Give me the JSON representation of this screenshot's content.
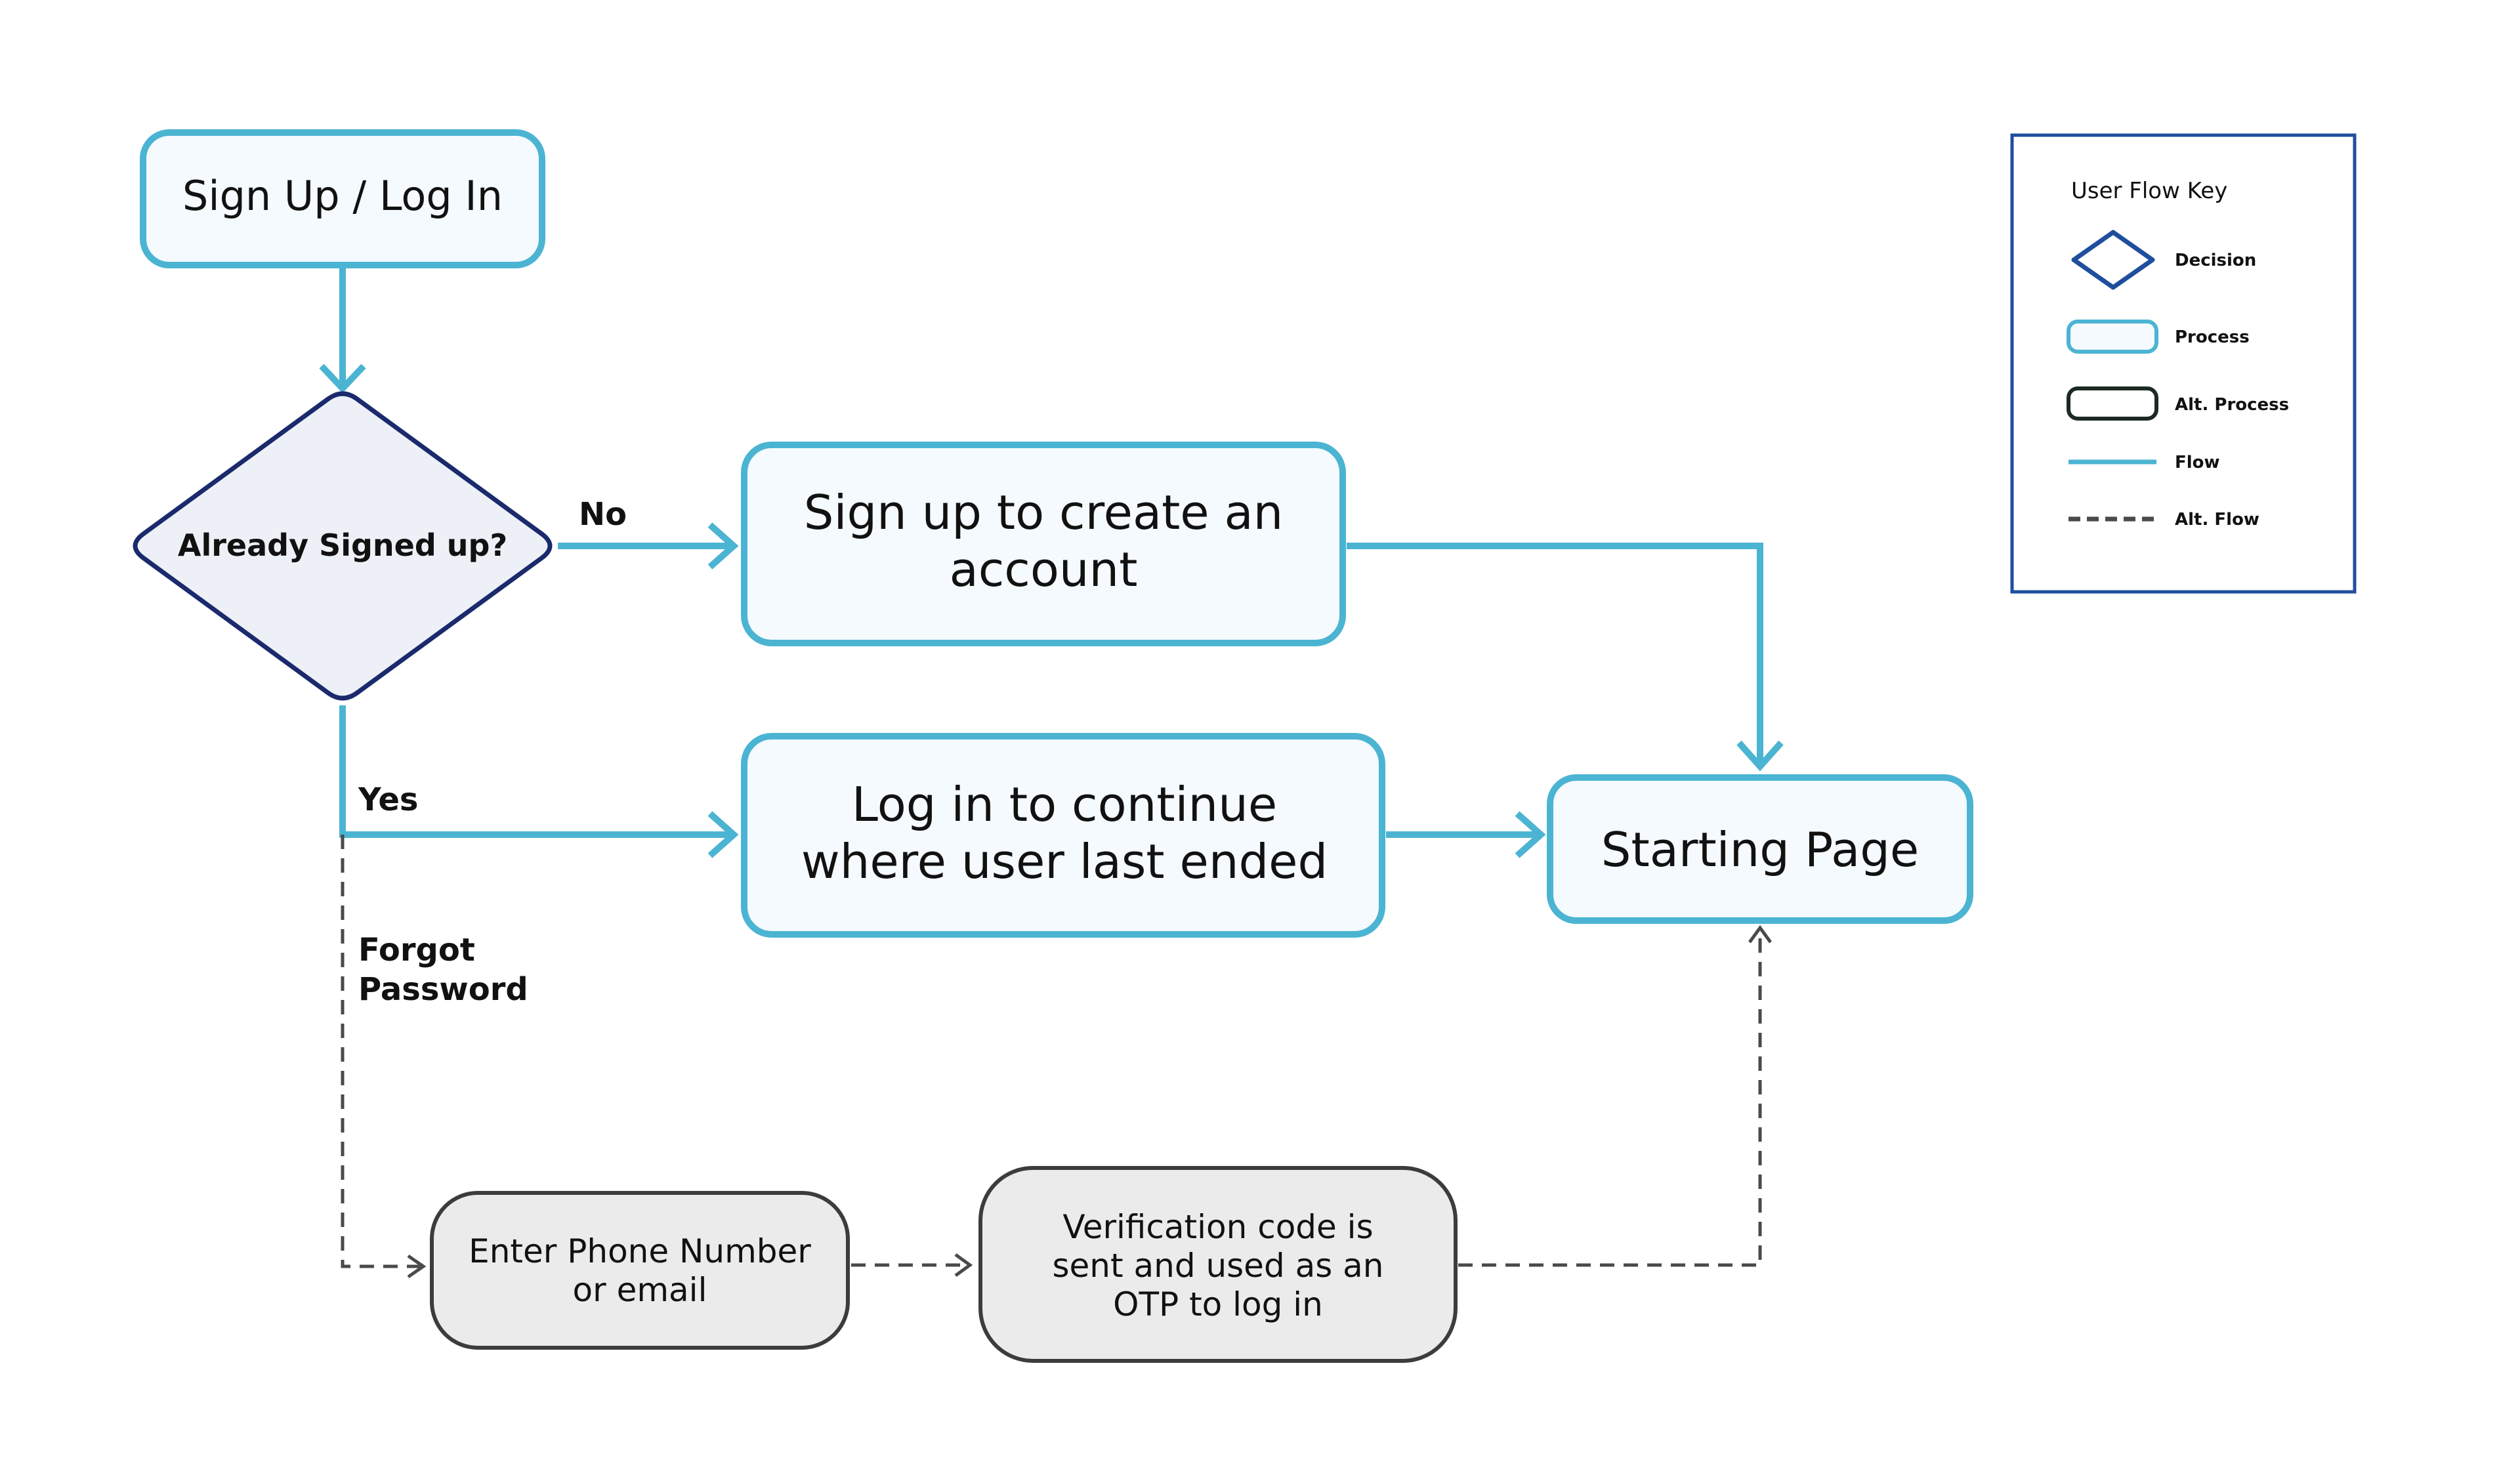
{
  "nodes": {
    "start": "Sign Up / Log In",
    "decision": "Already Signed up?",
    "signup": [
      "Sign up  to create an",
      "account"
    ],
    "login": [
      "Log in to continue",
      "where user last ended"
    ],
    "starting_page": "Starting Page",
    "enter_phone": [
      "Enter Phone Number",
      "or email"
    ],
    "verification": [
      "Verification code is",
      "sent and used as an",
      "OTP to log in"
    ]
  },
  "edge_labels": {
    "no": "No",
    "yes": "Yes",
    "forgot": [
      "Forgot",
      "Password"
    ]
  },
  "key": {
    "title": "User Flow Key",
    "decision": "Decision",
    "process": "Process",
    "alt_process": "Alt. Process",
    "flow": "Flow",
    "alt_flow": "Alt. Flow"
  },
  "colors": {
    "process_border": "#4bb4d2",
    "process_fill": "#f4fafd",
    "decision_border": "#1a2a6c",
    "decision_fill": "#eef0f7",
    "alt_process_border": "#3c3c3c",
    "alt_process_fill": "#ebebeb",
    "flow_line": "#4bb4d2",
    "alt_flow_line": "#4a4a4a",
    "key_border": "#1f4e9e"
  }
}
